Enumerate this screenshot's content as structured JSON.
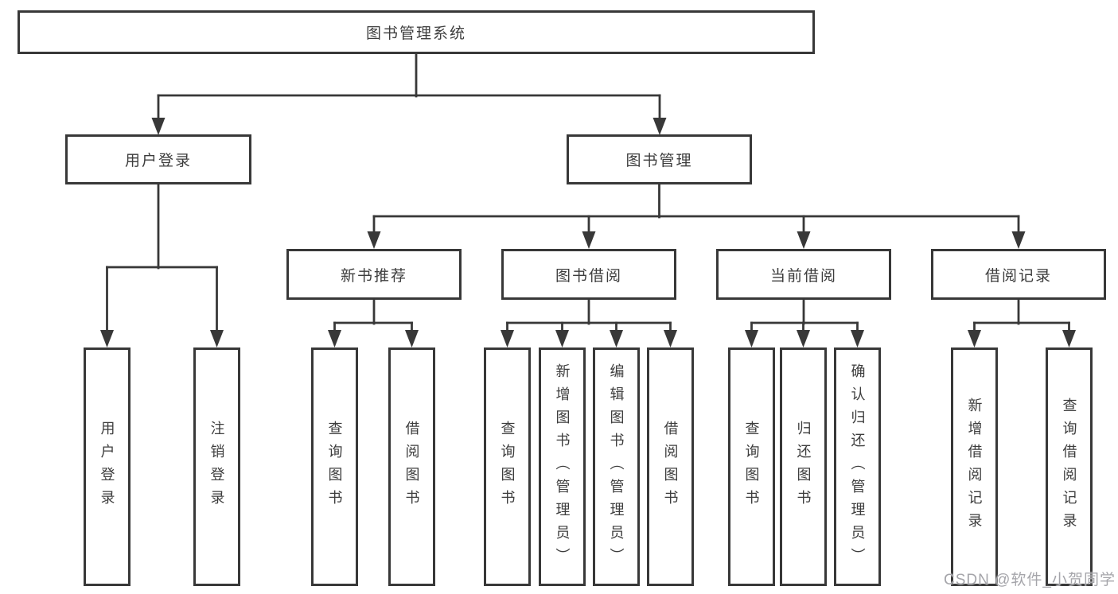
{
  "diagram": {
    "root": {
      "label": "图书管理系统"
    },
    "level1": [
      {
        "id": "user-login",
        "label": "用户登录"
      },
      {
        "id": "book-management",
        "label": "图书管理"
      }
    ],
    "level2": [
      {
        "id": "new-book-recommend",
        "label": "新书推荐",
        "parent": "图书管理"
      },
      {
        "id": "book-borrowing",
        "label": "图书借阅",
        "parent": "图书管理"
      },
      {
        "id": "current-borrowing",
        "label": "当前借阅",
        "parent": "图书管理"
      },
      {
        "id": "borrowing-records",
        "label": "借阅记录",
        "parent": "图书管理"
      }
    ],
    "leaves": [
      {
        "parent": "用户登录",
        "label": "用户登录"
      },
      {
        "parent": "用户登录",
        "label": "注销登录"
      },
      {
        "parent": "新书推荐",
        "label": "查询图书"
      },
      {
        "parent": "新书推荐",
        "label": "借阅图书"
      },
      {
        "parent": "图书借阅",
        "label": "查询图书"
      },
      {
        "parent": "图书借阅",
        "label": "新增图书（管理员）"
      },
      {
        "parent": "图书借阅",
        "label": "编辑图书（管理员）"
      },
      {
        "parent": "图书借阅",
        "label": "借阅图书"
      },
      {
        "parent": "当前借阅",
        "label": "查询图书"
      },
      {
        "parent": "当前借阅",
        "label": "归还图书"
      },
      {
        "parent": "当前借阅",
        "label": "确认归还（管理员）"
      },
      {
        "parent": "借阅记录",
        "label": "新增借阅记录"
      },
      {
        "parent": "借阅记录",
        "label": "查询借阅记录"
      }
    ]
  },
  "watermark": {
    "text": "CSDN @软件_小贺同学"
  },
  "colors": {
    "line": "#383838",
    "box_border": "#383838",
    "text": "#3d3d3d",
    "watermark": "#a5a5aa",
    "background": "#ffffff"
  }
}
